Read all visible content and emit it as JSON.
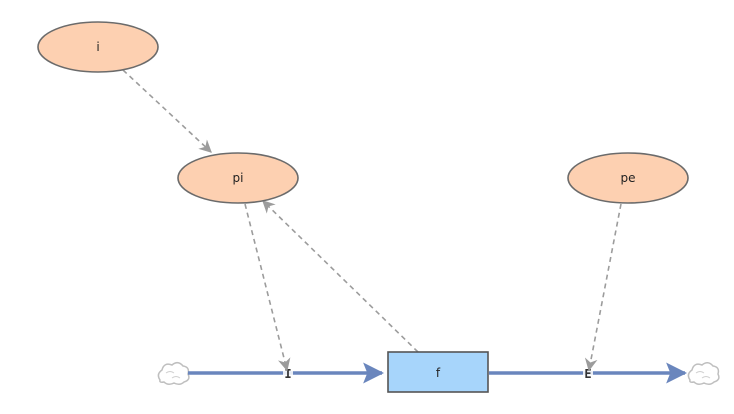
{
  "diagram": {
    "nodes": {
      "i": {
        "label": "i",
        "kind": "auxiliary"
      },
      "pi": {
        "label": "pi",
        "kind": "auxiliary"
      },
      "pe": {
        "label": "pe",
        "kind": "auxiliary"
      },
      "f": {
        "label": "f",
        "kind": "stock"
      }
    },
    "flows": {
      "inflow": {
        "label": "I",
        "from": "cloud-source",
        "to": "f"
      },
      "outflow": {
        "label": "E",
        "from": "f",
        "to": "cloud-sink"
      }
    },
    "links": [
      {
        "from": "i",
        "to": "pi"
      },
      {
        "from": "pi",
        "to": "inflow"
      },
      {
        "from": "f",
        "to": "pi"
      },
      {
        "from": "pe",
        "to": "outflow"
      }
    ],
    "colors": {
      "auxiliary_fill": "#fdd0b1",
      "auxiliary_stroke": "#6b6b6b",
      "stock_fill": "#a7d5fb",
      "stock_stroke": "#555555",
      "flow_pipe": "#6a86bd",
      "link": "#9c9c9c",
      "cloud": "#bfbfbf"
    }
  }
}
